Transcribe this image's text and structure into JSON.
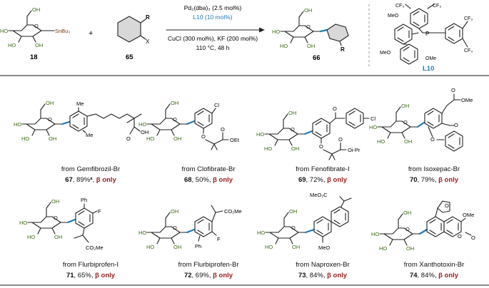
{
  "reaction": {
    "reagents": [
      "Pd₂(dba)₃ (2.5 mol%)",
      "L10 (10 mol%)",
      "CuCl (300 mol%), KF (200 mol%)",
      "110 °C, 48 h"
    ],
    "plus": "+",
    "start1": {
      "label": "18",
      "group": "SnBu₃"
    },
    "start2": {
      "label": "65",
      "r": "R",
      "x": "X"
    },
    "product": {
      "label": "66",
      "r": "R"
    },
    "ligand": {
      "label": "L10",
      "substituents": [
        "MeO",
        "CF₃",
        "CF₃",
        "CF₃",
        "CF₃",
        "MeO",
        "OMe",
        "P"
      ]
    }
  },
  "examples": [
    {
      "source": "from Gemfibrozil-Br",
      "num": "67",
      "yield": "89%",
      "note": "a",
      "sel": "β only",
      "groups": [
        "Me",
        "Me",
        "OH",
        "O"
      ]
    },
    {
      "source": "from Clofibrate-Br",
      "num": "68",
      "yield": "50%",
      "note": "",
      "sel": "β only",
      "groups": [
        "Cl",
        "O",
        "OEt",
        "O"
      ]
    },
    {
      "source": "from Fenofibrate-I",
      "num": "69",
      "yield": "72%",
      "note": "",
      "sel": "β only",
      "groups": [
        "Cl",
        "O",
        "O",
        "Oi-Pr",
        "O"
      ]
    },
    {
      "source": "from Isoxepac-Br",
      "num": "70",
      "yield": "79%",
      "note": "",
      "sel": "β only",
      "groups": [
        "OMe",
        "O",
        "O",
        "O"
      ]
    },
    {
      "source": "from Flurbiprofen-I",
      "num": "71",
      "yield": "65%",
      "note": "",
      "sel": "β only",
      "groups": [
        "Ph",
        "F",
        "CO₂Me"
      ]
    },
    {
      "source": "from Flurbiprofen-Br",
      "num": "72",
      "yield": "69%",
      "note": "",
      "sel": "β only",
      "groups": [
        "CO₂Me",
        "Ph",
        "F"
      ]
    },
    {
      "source": "from Naproxen-Br",
      "num": "73",
      "yield": "84%",
      "note": "",
      "sel": "β only",
      "groups": [
        "MeO₂C",
        "MeO"
      ]
    },
    {
      "source": "from Xanthotoxin-Br",
      "num": "74",
      "yield": "84%",
      "note": "",
      "sel": "β only",
      "groups": [
        "OMe",
        "O",
        "O",
        "O"
      ]
    }
  ],
  "sugar_labels": {
    "oh": "OH",
    "ho": "HO",
    "o": "O"
  },
  "colors": {
    "hydroxyl": "#3b6b12",
    "bond_highlight": "#1f7ab8",
    "selectivity": "#9a1c1c",
    "ligand": "#1f7ab8"
  }
}
